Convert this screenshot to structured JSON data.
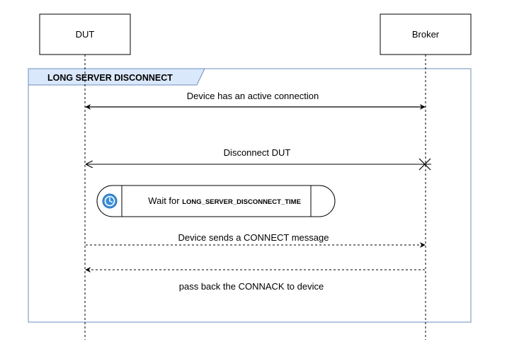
{
  "participants": {
    "dut": "DUT",
    "broker": "Broker"
  },
  "frame": {
    "title": "LONG SERVER DISCONNECT"
  },
  "messages": {
    "active_connection": "Device has an active connection",
    "disconnect": "Disconnect DUT",
    "connect": "Device sends a CONNECT message",
    "connack": "pass back the CONNACK to device"
  },
  "wait": {
    "prefix": "Wait for ",
    "constant": "LONG_SERVER_DISCONNECT_TIME",
    "icon": "clock-icon"
  },
  "colors": {
    "frame_border": "#6c8ebf",
    "frame_tab_fill": "#dae8fc",
    "clock_blue": "#3a8fd8",
    "line": "#000000"
  }
}
